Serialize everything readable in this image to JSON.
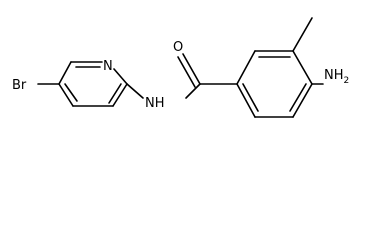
{
  "molecule": {
    "atoms": {
      "o": "O",
      "nh": "NH",
      "n_ring": "N",
      "br": "Br",
      "nh2_main": "NH",
      "nh2_sub": "2"
    },
    "colors": {
      "bond": "#000000",
      "background": "#ffffff"
    }
  }
}
